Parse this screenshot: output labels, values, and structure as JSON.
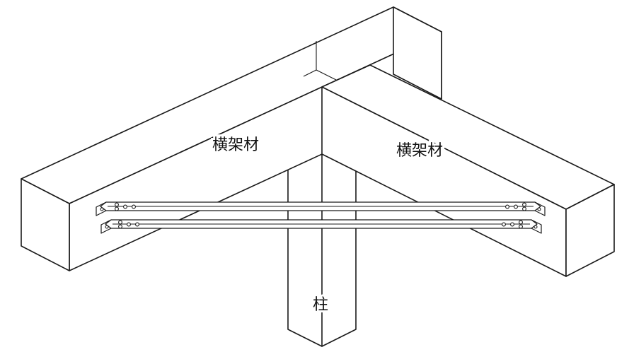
{
  "diagram": {
    "title_hint": "timber-corner-joint-with-metal-straps",
    "background": "#ffffff",
    "ink": "#1a1a1a",
    "labels": {
      "beam_left": "横架材",
      "beam_right": "横架材",
      "post": "柱"
    }
  }
}
